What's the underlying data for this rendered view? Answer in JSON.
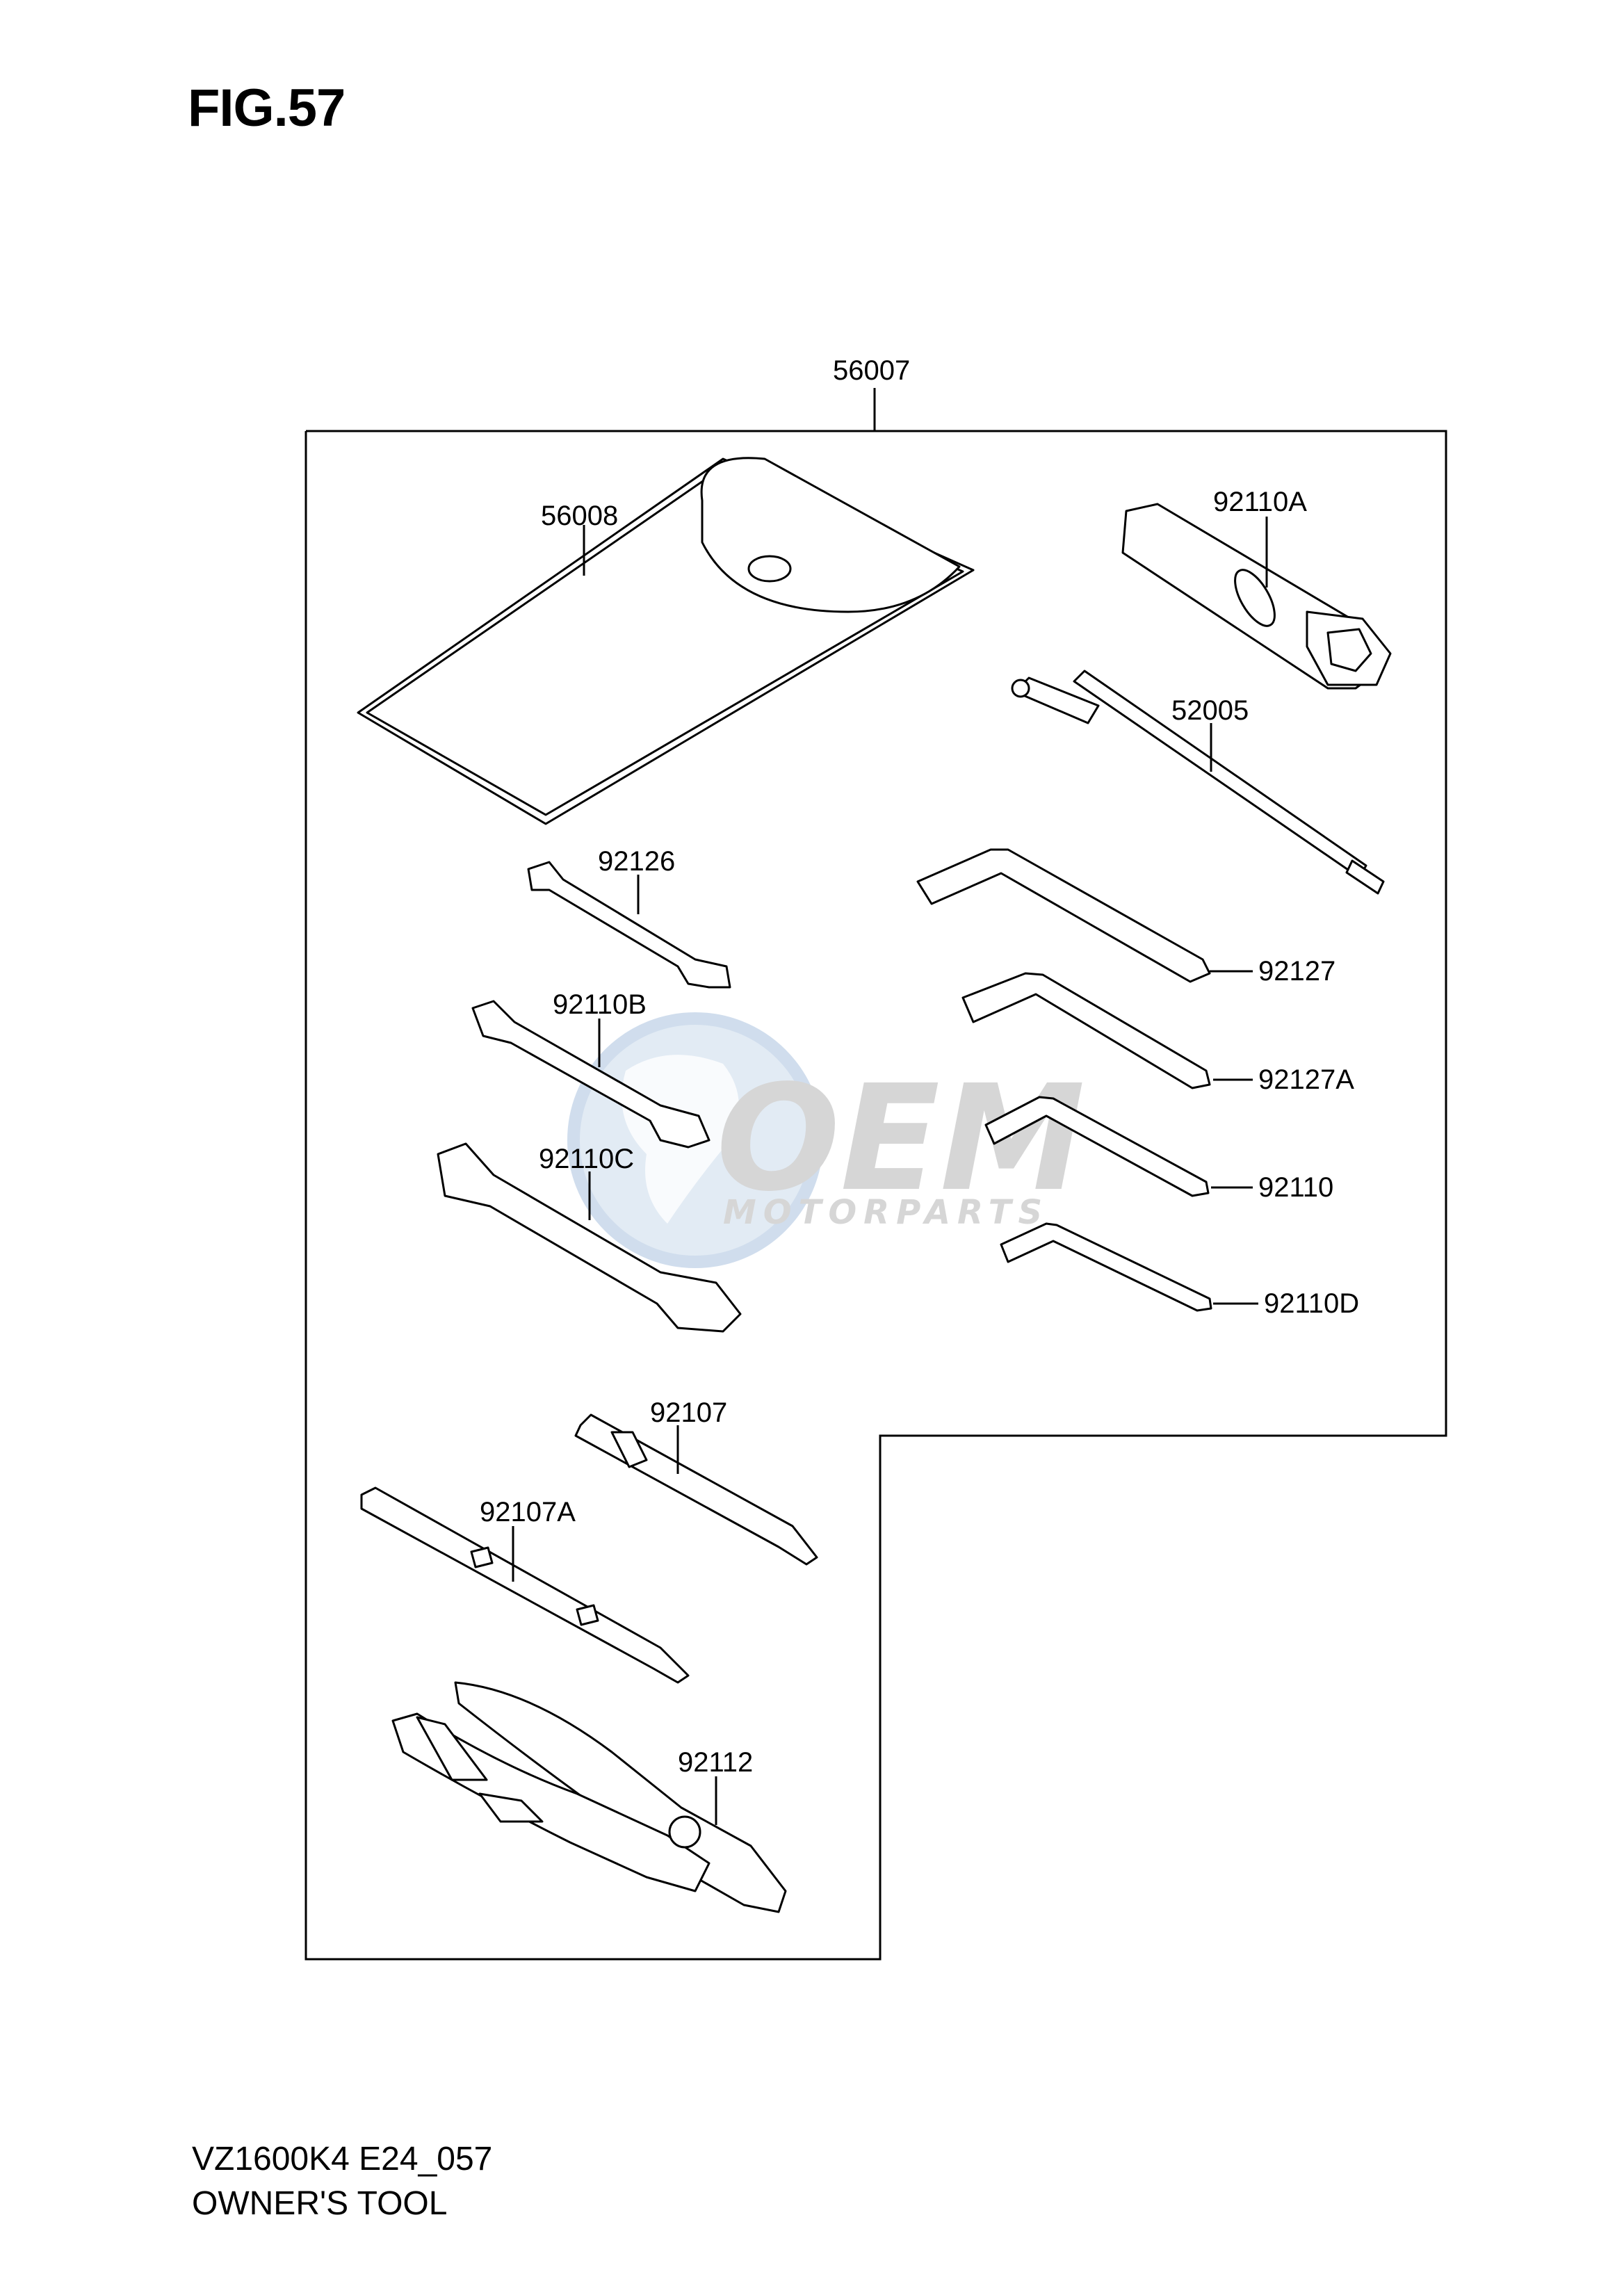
{
  "figure": {
    "title": "FIG.57"
  },
  "footer": {
    "model_code": "VZ1600K4 E24_057",
    "group_name": "OWNER'S TOOL"
  },
  "watermark": {
    "brand": "OEM",
    "tagline": "MOTORPARTS",
    "color": "#c8d8ea"
  },
  "callouts": {
    "kit": "56007",
    "bag": "56008",
    "plug_wrench": "92110A",
    "handle_bar": "52005",
    "wrench_small": "92126",
    "hex_key_large": "92127",
    "wrench_medium": "92110B",
    "hex_key_medium": "92127A",
    "wrench_large": "92110C",
    "hex_key_small": "92110",
    "hex_key_smallest": "92110D",
    "screwdriver_phillips": "92107",
    "screwdriver_combo": "92107A",
    "pliers": "92112"
  }
}
